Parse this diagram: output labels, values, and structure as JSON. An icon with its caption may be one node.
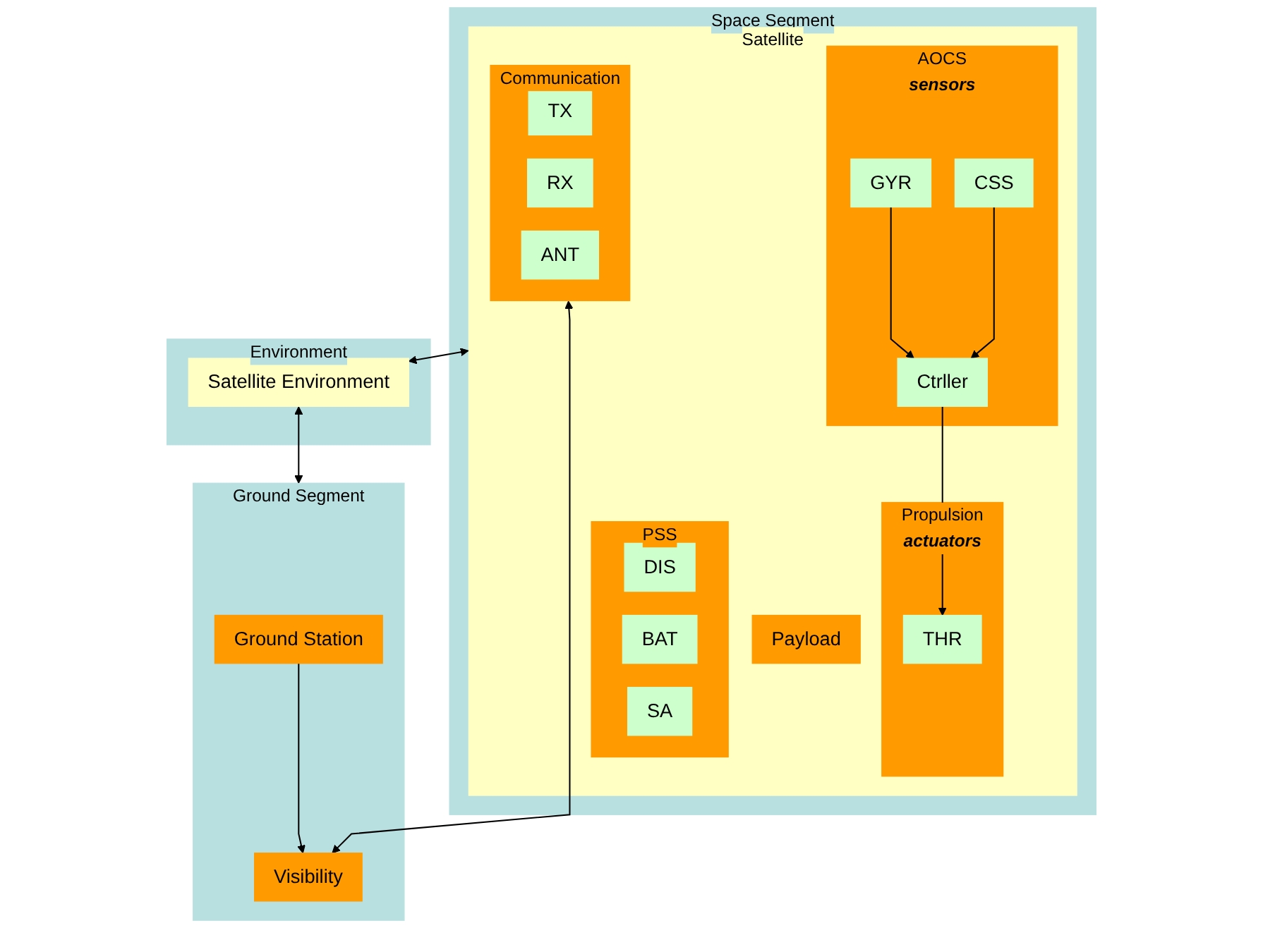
{
  "diagram": {
    "nodes": [
      {
        "text": [
          "Space Segment"
        ]
      },
      {
        "text": [
          "Satellite"
        ],
        "in": 0
      },
      {
        "text": [
          "AOCS",
          "sensors"
        ],
        "in": 1
      },
      {
        "text": [
          "GYR"
        ],
        "in": 2
      },
      {
        "text": [
          "CSS"
        ],
        "in": 2
      },
      {
        "text": [
          "Ctrller"
        ],
        "in": 2
      },
      {
        "text": [
          "PSS"
        ],
        "in": 1
      },
      {
        "text": [
          "DIS"
        ],
        "in": 6
      },
      {
        "text": [
          "BAT"
        ],
        "in": 6
      },
      {
        "text": [
          "SA"
        ],
        "in": 6
      },
      {
        "text": [
          "Propulsion",
          "actuators"
        ],
        "in": 1
      },
      {
        "text": [
          "THR"
        ],
        "in": 10
      },
      {
        "text": [
          "Payload"
        ],
        "in": 1
      },
      {
        "text": [
          "Communication"
        ],
        "in": 1
      },
      {
        "text": [
          "TX"
        ],
        "in": 13
      },
      {
        "text": [
          "RX"
        ],
        "in": 13
      },
      {
        "text": [
          "ANT"
        ],
        "in": 13
      },
      {
        "text": [
          "Environment"
        ]
      },
      {
        "text": [
          "Satellite Environment"
        ],
        "in": 17
      },
      {
        "text": [
          "Ground Segment"
        ]
      },
      {
        "text": [
          "Ground Station"
        ],
        "in": 19
      },
      {
        "text": [
          "Visibility"
        ],
        "in": 19
      }
    ],
    "edges": [
      {
        "from": 3,
        "to": 5,
        "arrow": "to"
      },
      {
        "from": 4,
        "to": 5,
        "arrow": "to"
      },
      {
        "from": 5,
        "to": 11,
        "arrow": "to"
      },
      {
        "from": 1,
        "to": 18,
        "arrow": "both"
      },
      {
        "from": 13,
        "to": 21,
        "arrow": "both"
      },
      {
        "from": 18,
        "to": 19,
        "arrow": "both"
      },
      {
        "from": 20,
        "to": 21,
        "arrow": "to"
      }
    ]
  }
}
